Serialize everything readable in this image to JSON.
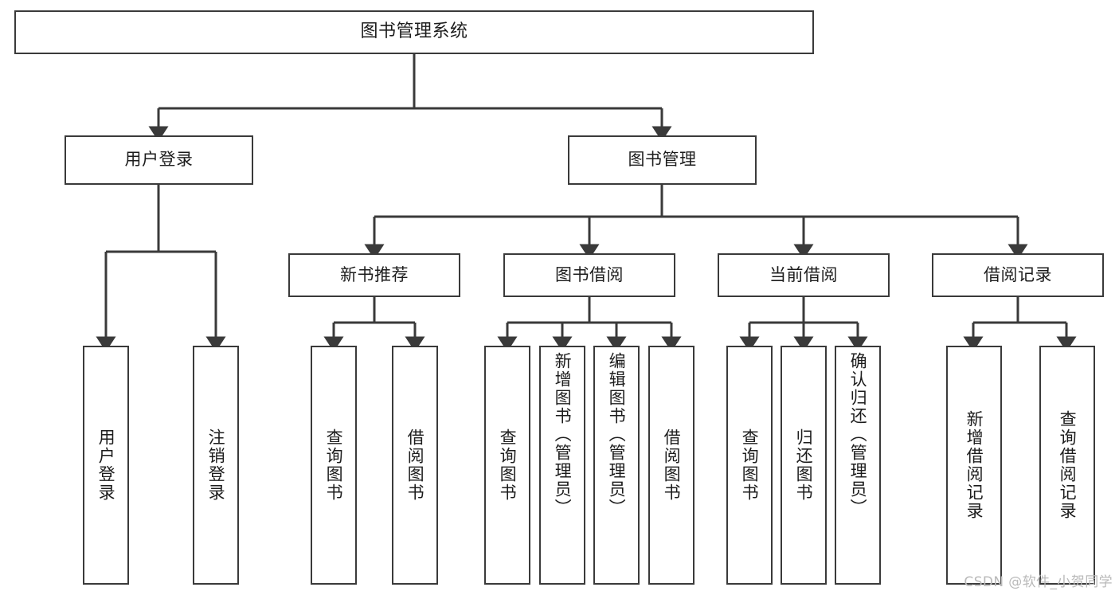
{
  "diagram": {
    "title": "图书管理系统",
    "type": "hierarchy-tree",
    "root": {
      "label": "图书管理系统"
    },
    "level2": [
      {
        "label": "用户登录"
      },
      {
        "label": "图书管理"
      }
    ],
    "level3": [
      {
        "label": "新书推荐"
      },
      {
        "label": "图书借阅"
      },
      {
        "label": "当前借阅"
      },
      {
        "label": "借阅记录"
      }
    ],
    "leaves": {
      "user_login": [
        {
          "label": "用户登录"
        },
        {
          "label": "注销登录"
        }
      ],
      "new_book_recommend": [
        {
          "label": "查询图书"
        },
        {
          "label": "借阅图书"
        }
      ],
      "book_borrow": [
        {
          "label": "查询图书"
        },
        {
          "label": "新增图书（管理员）"
        },
        {
          "label": "编辑图书（管理员）"
        },
        {
          "label": "借阅图书"
        }
      ],
      "current_borrow": [
        {
          "label": "查询图书"
        },
        {
          "label": "归还图书"
        },
        {
          "label": "确认归还（管理员）"
        }
      ],
      "borrow_record": [
        {
          "label": "新增借阅记录"
        },
        {
          "label": "查询借阅记录"
        }
      ]
    }
  },
  "watermark": {
    "text": "CSDN @软件_小贺同学"
  },
  "colors": {
    "stroke": "#3a3a3a",
    "box_fill": "#ffffff",
    "text": "#1c1c1c",
    "watermark": "#b9b9b9"
  }
}
